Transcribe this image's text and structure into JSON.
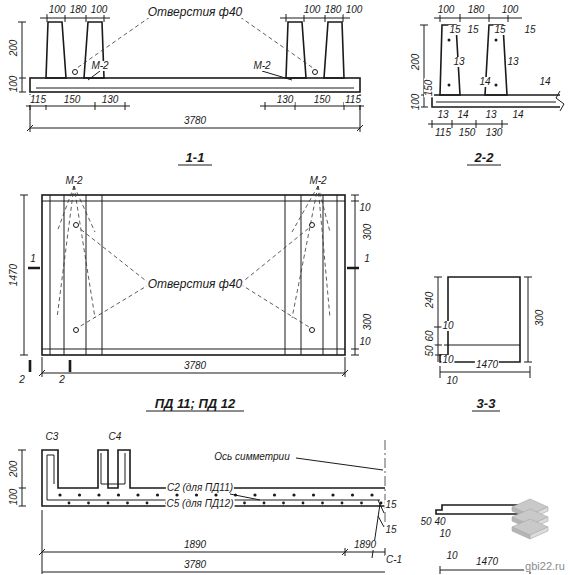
{
  "diagram": {
    "labels": [
      "100",
      "180",
      "100",
      "Отверстия ф40",
      "100",
      "180",
      "100",
      "200",
      "100",
      "М-2",
      "М-2",
      "115",
      "150",
      "130",
      "130",
      "150",
      "115",
      "3780",
      "1-1",
      "100",
      "180",
      "100",
      "15",
      "15",
      "15",
      "15",
      "13",
      "13",
      "14",
      "14",
      "200",
      "100",
      "150",
      "13",
      "14",
      "13",
      "14",
      "115",
      "150",
      "130",
      "2-2",
      "М-2",
      "М-2",
      "Отверстия ф40",
      "1470",
      "1",
      "1",
      "2",
      "2",
      "10",
      "300",
      "300",
      "10",
      "3780",
      "ПД 11; ПД 12",
      "240",
      "300",
      "60",
      "10",
      "50",
      "10",
      "10",
      "1470",
      "3-3",
      "С3",
      "С4",
      "Ось симметрии",
      "С2 (для ПД11)",
      "С5 (для ПД12)",
      "200",
      "100",
      "15",
      "15",
      "1890",
      "1890",
      "С-1",
      "3780",
      "50",
      "40",
      "10",
      "10",
      "1470",
      "gbi22.ru"
    ]
  }
}
